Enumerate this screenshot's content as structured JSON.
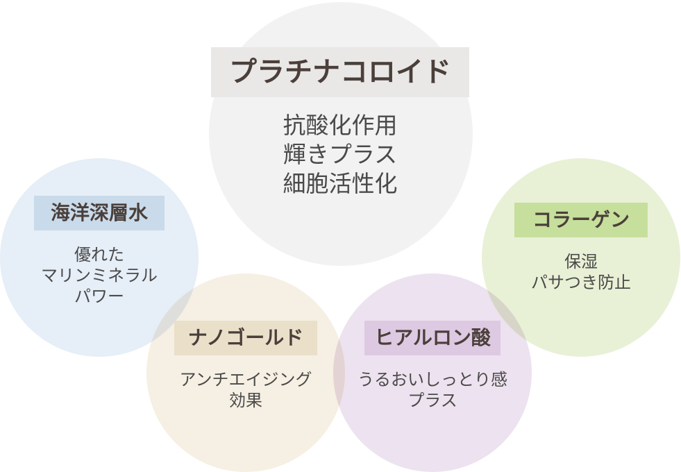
{
  "colors": {
    "platinum_circle": "#f2f2f2",
    "platinum_label_bg": "#e9e8e6",
    "deep_sea_circle": "#e6eef7",
    "deep_sea_label_bg": "#c9daea",
    "collagen_circle": "#e8f1d6",
    "collagen_label_bg": "#c6df9c",
    "nano_gold_circle": "#f6efe3",
    "nano_gold_label_bg": "#eadfc9",
    "hyaluronic_circle": "#ede2ef",
    "hyaluronic_label_bg": "#ddc9e2",
    "text": "#4a4a4a"
  },
  "nodes": {
    "platinum": {
      "title": "プラチナコロイド",
      "lines": [
        "抗酸化作用",
        "輝きプラス",
        "細胞活性化"
      ]
    },
    "deep_sea": {
      "title": "海洋深層水",
      "lines": [
        "優れた",
        "マリンミネラル",
        "パワー"
      ]
    },
    "collagen": {
      "title": "コラーゲン",
      "lines": [
        "保湿",
        "パサつき防止"
      ]
    },
    "nano_gold": {
      "title": "ナノゴールド",
      "lines": [
        "アンチエイジング",
        "効果"
      ]
    },
    "hyaluronic": {
      "title": "ヒアルロン酸",
      "lines": [
        "うるおいしっとり感",
        "プラス"
      ]
    }
  }
}
